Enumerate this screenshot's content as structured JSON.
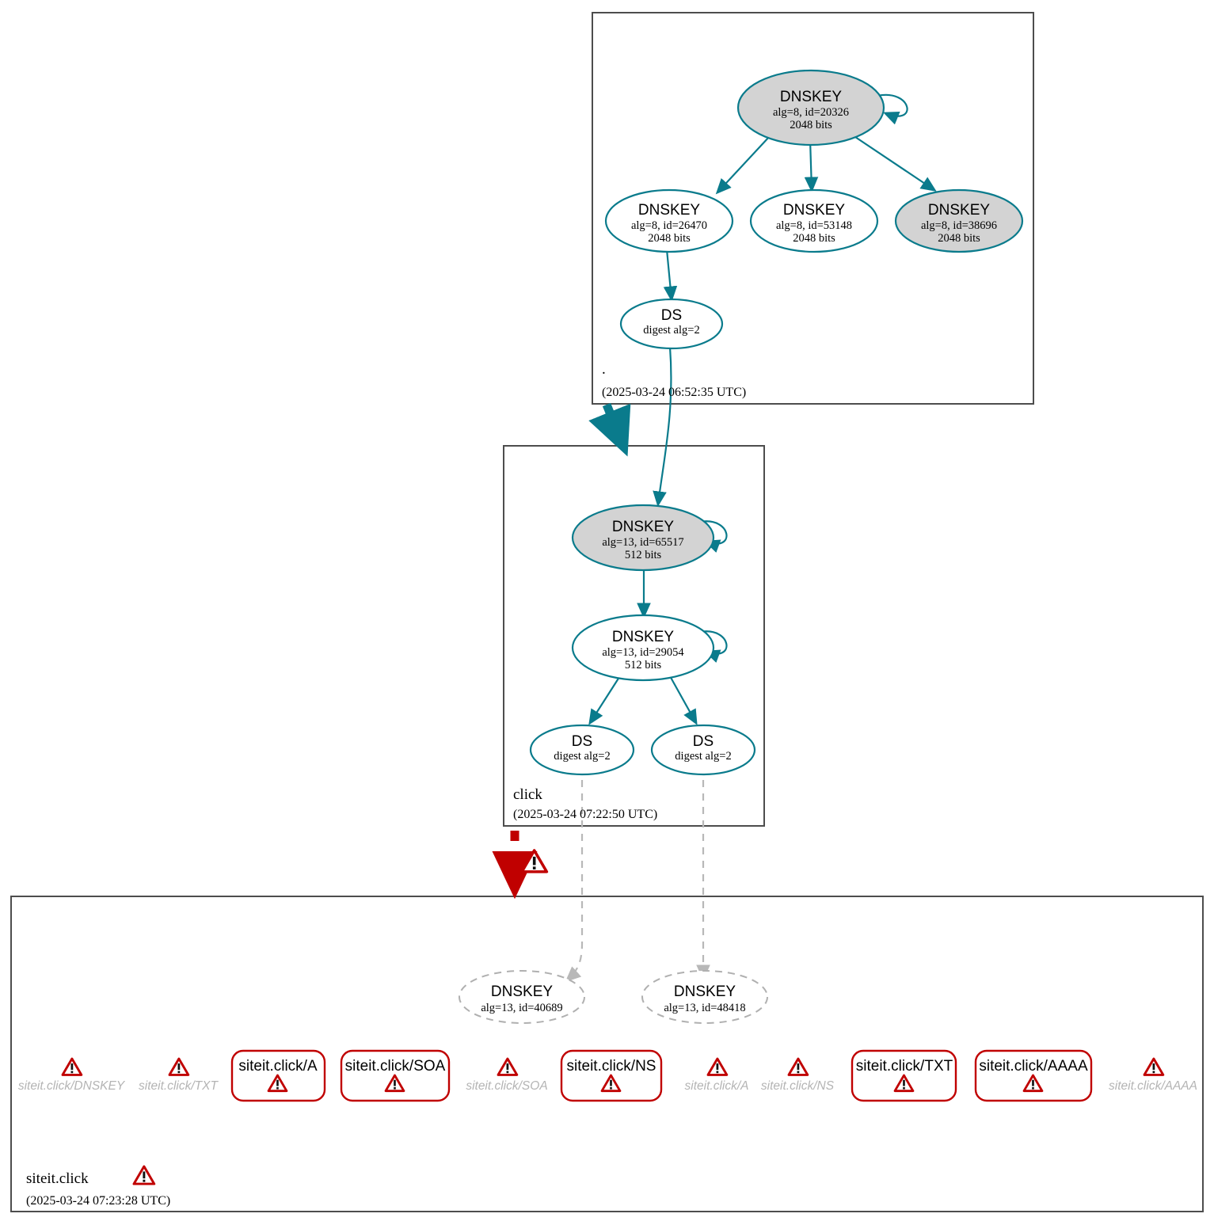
{
  "diagram": {
    "type": "dnssec-authentication-chain",
    "colors": {
      "secure": "#0a7b8c",
      "bogus": "#c00000",
      "insecure": "#b8b8b8",
      "node_fill_ksk": "#d3d3d3",
      "zone_border": "#4d4d4d"
    }
  },
  "zones": [
    {
      "id": "root",
      "name": ".",
      "timestamp": "(2025-03-24 06:52:35 UTC)",
      "status": "secure"
    },
    {
      "id": "click",
      "name": "click",
      "timestamp": "(2025-03-24 07:22:50 UTC)",
      "status": "secure"
    },
    {
      "id": "siteit",
      "name": "siteit.click",
      "timestamp": "(2025-03-24 07:23:28 UTC)",
      "status": "bogus",
      "warning_icon": "warning-triangle-icon"
    }
  ],
  "nodes": {
    "root_ksk": {
      "title": "DNSKEY",
      "line2": "alg=8, id=20326",
      "line3": "2048 bits"
    },
    "root_zsk1": {
      "title": "DNSKEY",
      "line2": "alg=8, id=26470",
      "line3": "2048 bits"
    },
    "root_zsk2": {
      "title": "DNSKEY",
      "line2": "alg=8, id=53148",
      "line3": "2048 bits"
    },
    "root_zsk3": {
      "title": "DNSKEY",
      "line2": "alg=8, id=38696",
      "line3": "2048 bits"
    },
    "root_ds": {
      "title": "DS",
      "line2": "digest alg=2",
      "line3": ""
    },
    "click_ksk": {
      "title": "DNSKEY",
      "line2": "alg=13, id=65517",
      "line3": "512 bits"
    },
    "click_zsk": {
      "title": "DNSKEY",
      "line2": "alg=13, id=29054",
      "line3": "512 bits"
    },
    "click_ds1": {
      "title": "DS",
      "line2": "digest alg=2",
      "line3": ""
    },
    "click_ds2": {
      "title": "DS",
      "line2": "digest alg=2",
      "line3": ""
    },
    "orphan_key1": {
      "title": "DNSKEY",
      "line2": "alg=13, id=40689",
      "line3": ""
    },
    "orphan_key2": {
      "title": "DNSKEY",
      "line2": "alg=13, id=48418",
      "line3": ""
    }
  },
  "rrsets": [
    {
      "id": "rr-dnskey-ghost",
      "label": "siteit.click/DNSKEY",
      "boxed": false,
      "icon": "warning-triangle-icon"
    },
    {
      "id": "rr-txt-ghost",
      "label": "siteit.click/TXT",
      "boxed": false,
      "icon": "warning-triangle-icon"
    },
    {
      "id": "rr-a-boxed",
      "label": "siteit.click/A",
      "boxed": true,
      "icon": "warning-triangle-icon"
    },
    {
      "id": "rr-soa-boxed",
      "label": "siteit.click/SOA",
      "boxed": true,
      "icon": "warning-triangle-icon"
    },
    {
      "id": "rr-soa-ghost",
      "label": "siteit.click/SOA",
      "boxed": false,
      "icon": "warning-triangle-icon"
    },
    {
      "id": "rr-ns-boxed",
      "label": "siteit.click/NS",
      "boxed": true,
      "icon": "warning-triangle-icon"
    },
    {
      "id": "rr-a-ghost",
      "label": "siteit.click/A",
      "boxed": false,
      "icon": "warning-triangle-icon"
    },
    {
      "id": "rr-ns-ghost",
      "label": "siteit.click/NS",
      "boxed": false,
      "icon": "warning-triangle-icon"
    },
    {
      "id": "rr-txt-boxed",
      "label": "siteit.click/TXT",
      "boxed": true,
      "icon": "warning-triangle-icon"
    },
    {
      "id": "rr-aaaa-boxed",
      "label": "siteit.click/AAAA",
      "boxed": true,
      "icon": "warning-triangle-icon"
    },
    {
      "id": "rr-aaaa-ghost",
      "label": "siteit.click/AAAA",
      "boxed": false,
      "icon": "warning-triangle-icon"
    }
  ],
  "delegation": {
    "root_to_click": {
      "style": "thick-solid",
      "status": "secure"
    },
    "click_to_siteit": {
      "style": "thick-dashed",
      "status": "bogus",
      "icon": "warning-triangle-icon"
    }
  }
}
